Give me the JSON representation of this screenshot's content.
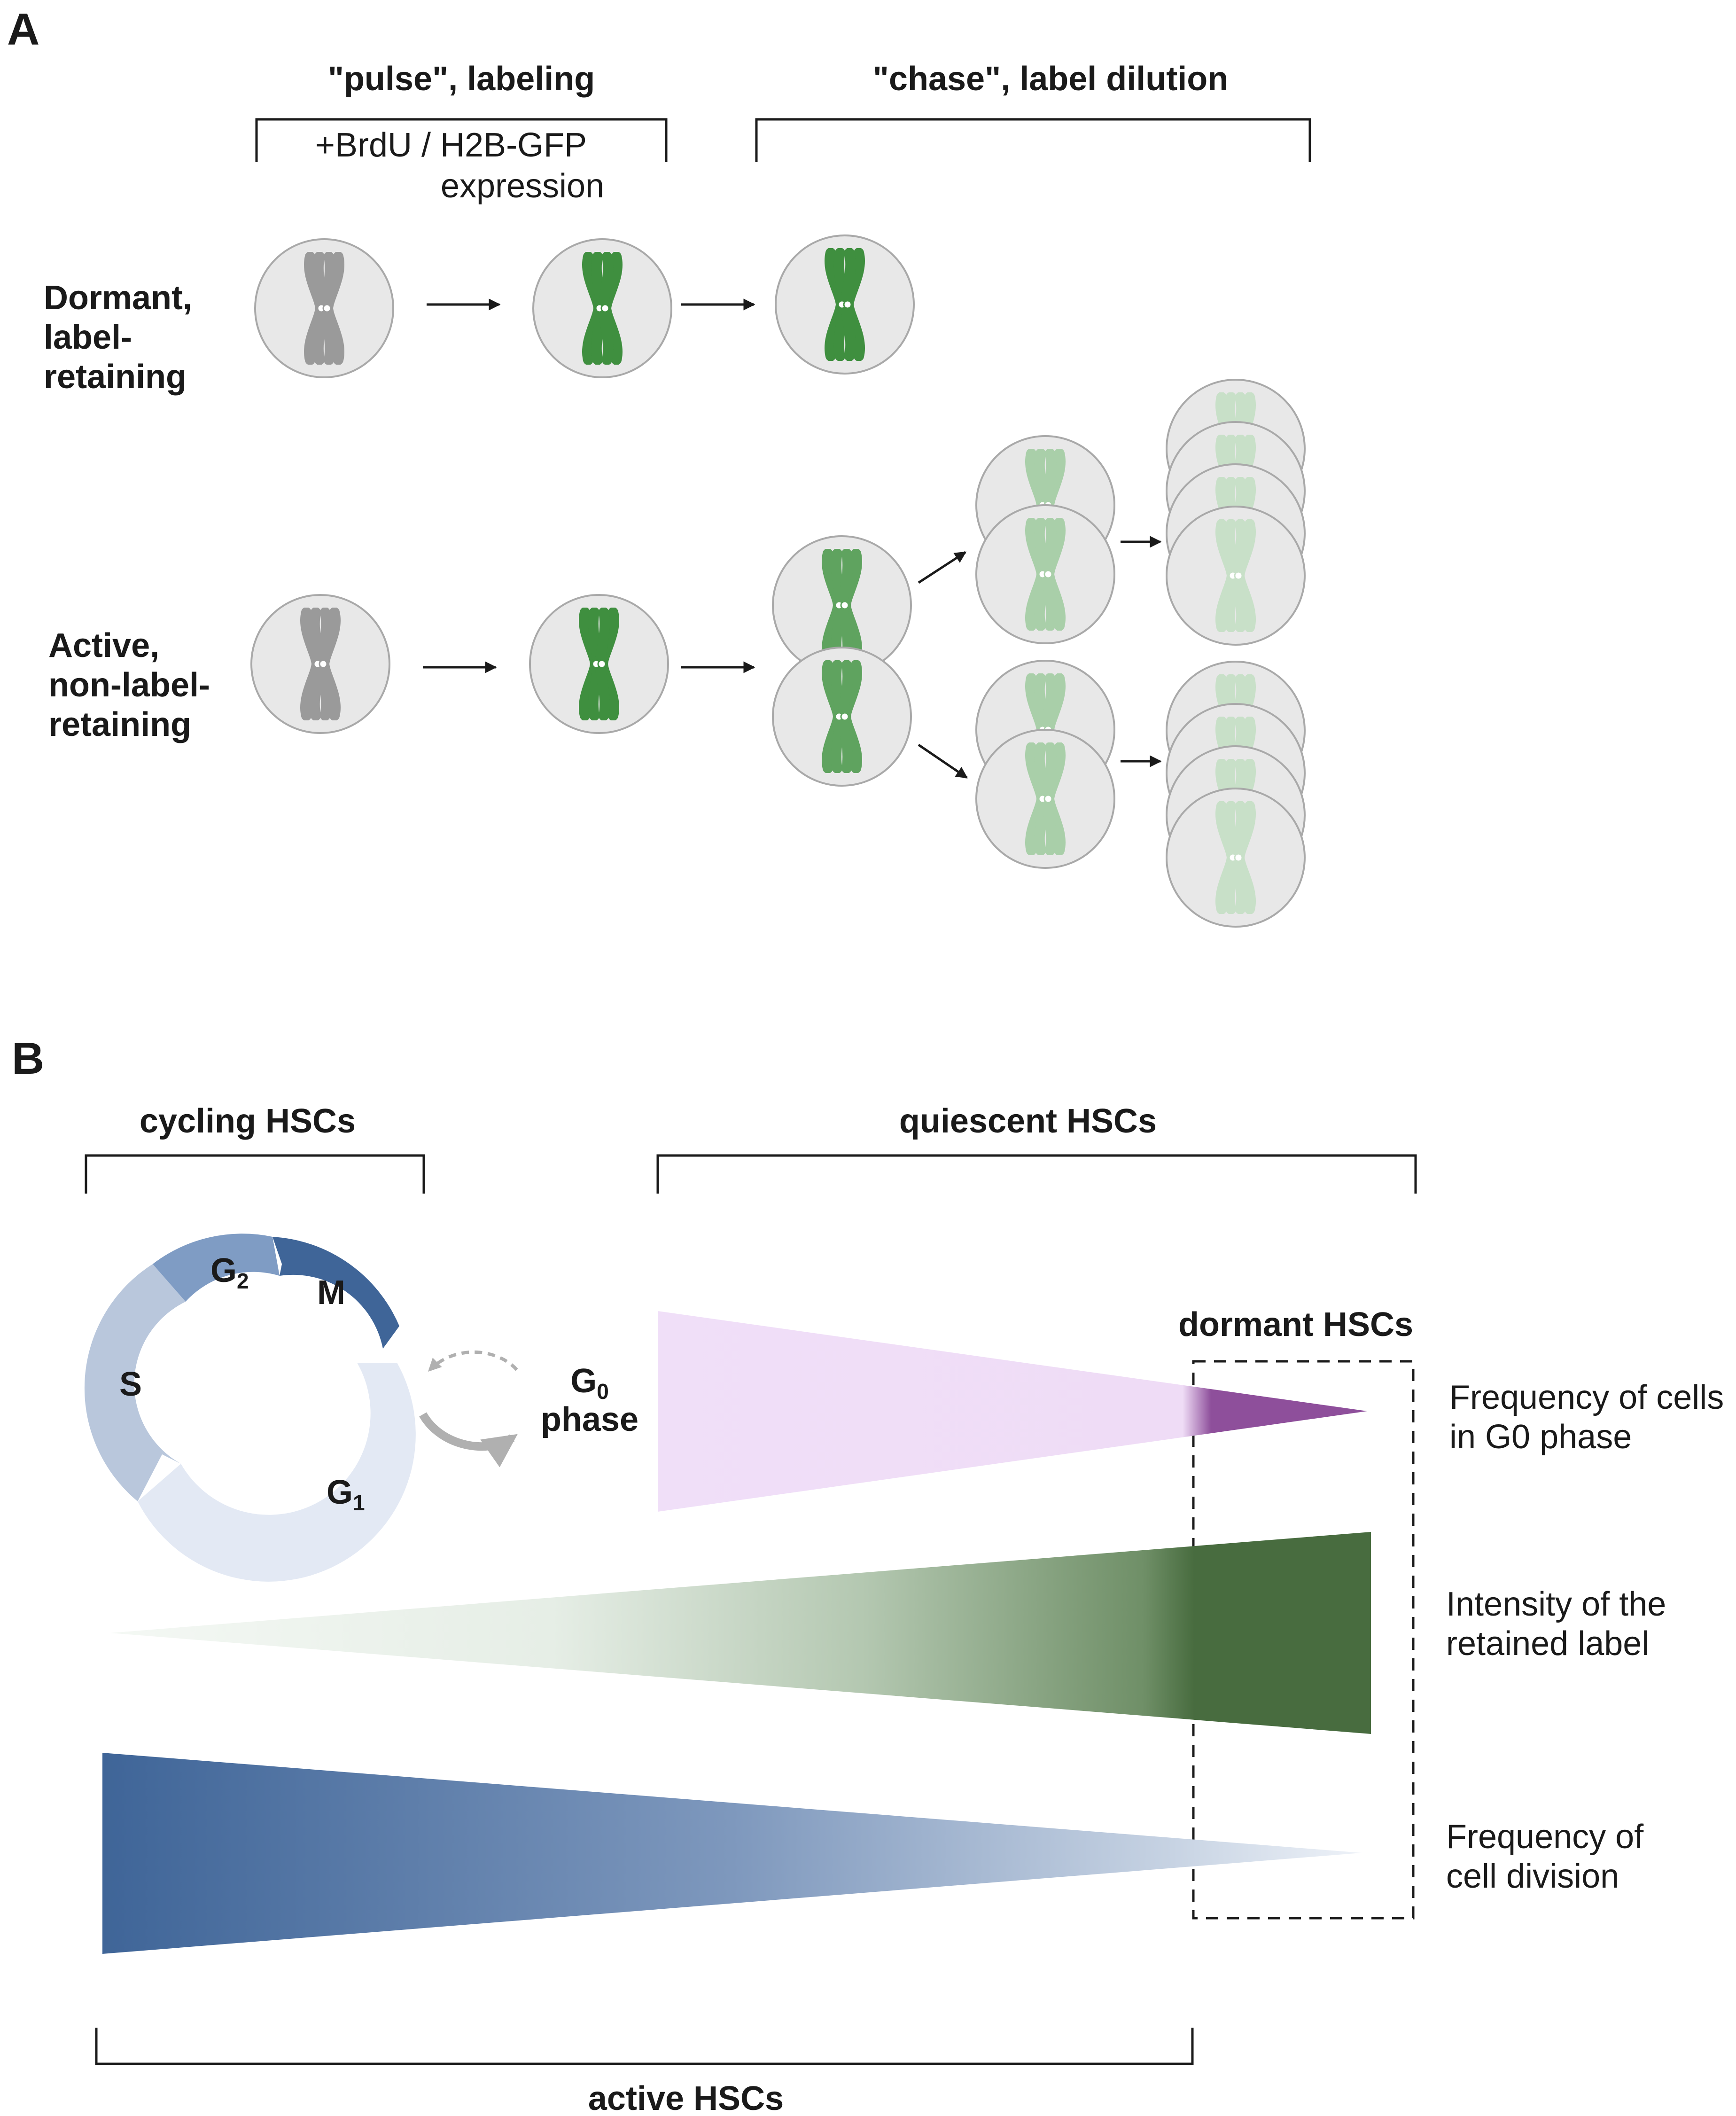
{
  "panel_a": {
    "letter": "A",
    "pulse_header": "\"pulse\", labeling",
    "pulse_subtext_line1": "+BrdU / H2B-GFP",
    "pulse_subtext_line2": "expression",
    "chase_header": "\"chase\", label dilution",
    "row_dormant": [
      "Dormant,",
      "label-",
      "retaining"
    ],
    "row_active": [
      "Active,",
      "non-label-",
      "retaining"
    ]
  },
  "panel_b": {
    "letter": "B",
    "cycling_header": "cycling HSCs",
    "quiescent_header": "quiescent HSCs",
    "dormant_label": "dormant HSCs",
    "active_label": "active HSCs",
    "cycle_phases": {
      "g2": "G",
      "g2_sub": "2",
      "m": "M",
      "s": "S",
      "g1": "G",
      "g1_sub": "1"
    },
    "g0_label": "G",
    "g0_sub": "0",
    "g0_phase_word": "phase",
    "wedge_labels": {
      "g0_frequency": [
        "Frequency of cells",
        "in G0 phase"
      ],
      "label_intensity": [
        "Intensity of the",
        "retained label"
      ],
      "division_frequency": [
        "Frequency of",
        "cell division"
      ]
    },
    "colors": {
      "g0_wedge": "#f0dff8",
      "g0_dormant": "#8e4f9b",
      "label_dark": "#486c3f",
      "division_dark": "#3f6598",
      "phase_m": "#3f6598",
      "phase_g2": "#7f9cc4",
      "phase_s": "#b9c7dc",
      "phase_g1": "#e3e9f4",
      "chromosome_gray": "#9a9a9a",
      "chromosome_green": "#3f8f3f",
      "chromosome_faded": "#a9cfa9"
    }
  }
}
